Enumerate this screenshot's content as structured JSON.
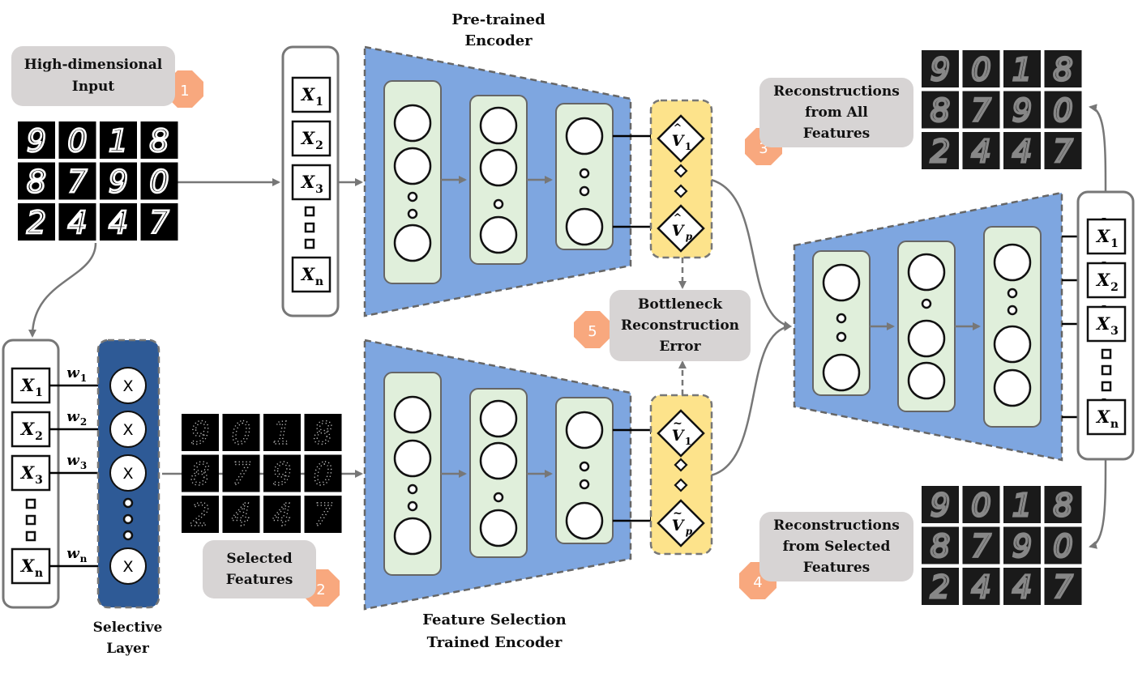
{
  "labels": {
    "high_dim_input": "High-dimensional\nInput",
    "pretrained_encoder": "Pre-trained\nEncoder",
    "recon_all": "Reconstructions\nfrom All\nFeatures",
    "recon_selected": "Reconstructions\nfrom Selected\nFeatures",
    "bottleneck_error": "Bottleneck\nReconstruction\nError",
    "selected_features": "Selected\nFeatures",
    "selective_layer": "Selective\nLayer",
    "fs_trained_encoder": "Feature Selection\nTrained Encoder"
  },
  "steps": [
    "1",
    "2",
    "3",
    "4",
    "5"
  ],
  "digits": [
    "9",
    "0",
    "1",
    "8",
    "8",
    "7",
    "9",
    "0",
    "2",
    "4",
    "4",
    "7"
  ],
  "input_vars": {
    "x1": "X",
    "x1_sub": "1",
    "x2": "X",
    "x2_sub": "2",
    "x3": "X",
    "x3_sub": "3",
    "xn": "X",
    "xn_sub": "n"
  },
  "weights": {
    "w1": "w",
    "w1_sub": "1",
    "w2": "w",
    "w2_sub": "2",
    "w3": "w",
    "w3_sub": "3",
    "wn": "w",
    "wn_sub": "n"
  },
  "selector_node": "X",
  "bottleneck_top": {
    "v1": "V",
    "v1_sub": "1",
    "vp": "V",
    "vp_sub": "p",
    "accent": "^"
  },
  "bottleneck_bottom": {
    "v1": "V",
    "v1_sub": "1",
    "vp": "V",
    "vp_sub": "p",
    "accent": "~"
  },
  "outputs": {
    "x1": "X",
    "x1_sub": "1",
    "x2": "X",
    "x2_sub": "2",
    "x3": "X",
    "x3_sub": "3",
    "xn": "X",
    "xn_sub": "n",
    "accent": "¯"
  },
  "colors": {
    "encoder_fill": "#7ea6e0",
    "layer_fill": "#e0efdb",
    "bottleneck_fill": "#fde38b",
    "selective_fill": "#2e5a96",
    "step_badge": "#f8a87e",
    "callout_fill": "#d7d4d4",
    "frame_grey": "#777777"
  }
}
